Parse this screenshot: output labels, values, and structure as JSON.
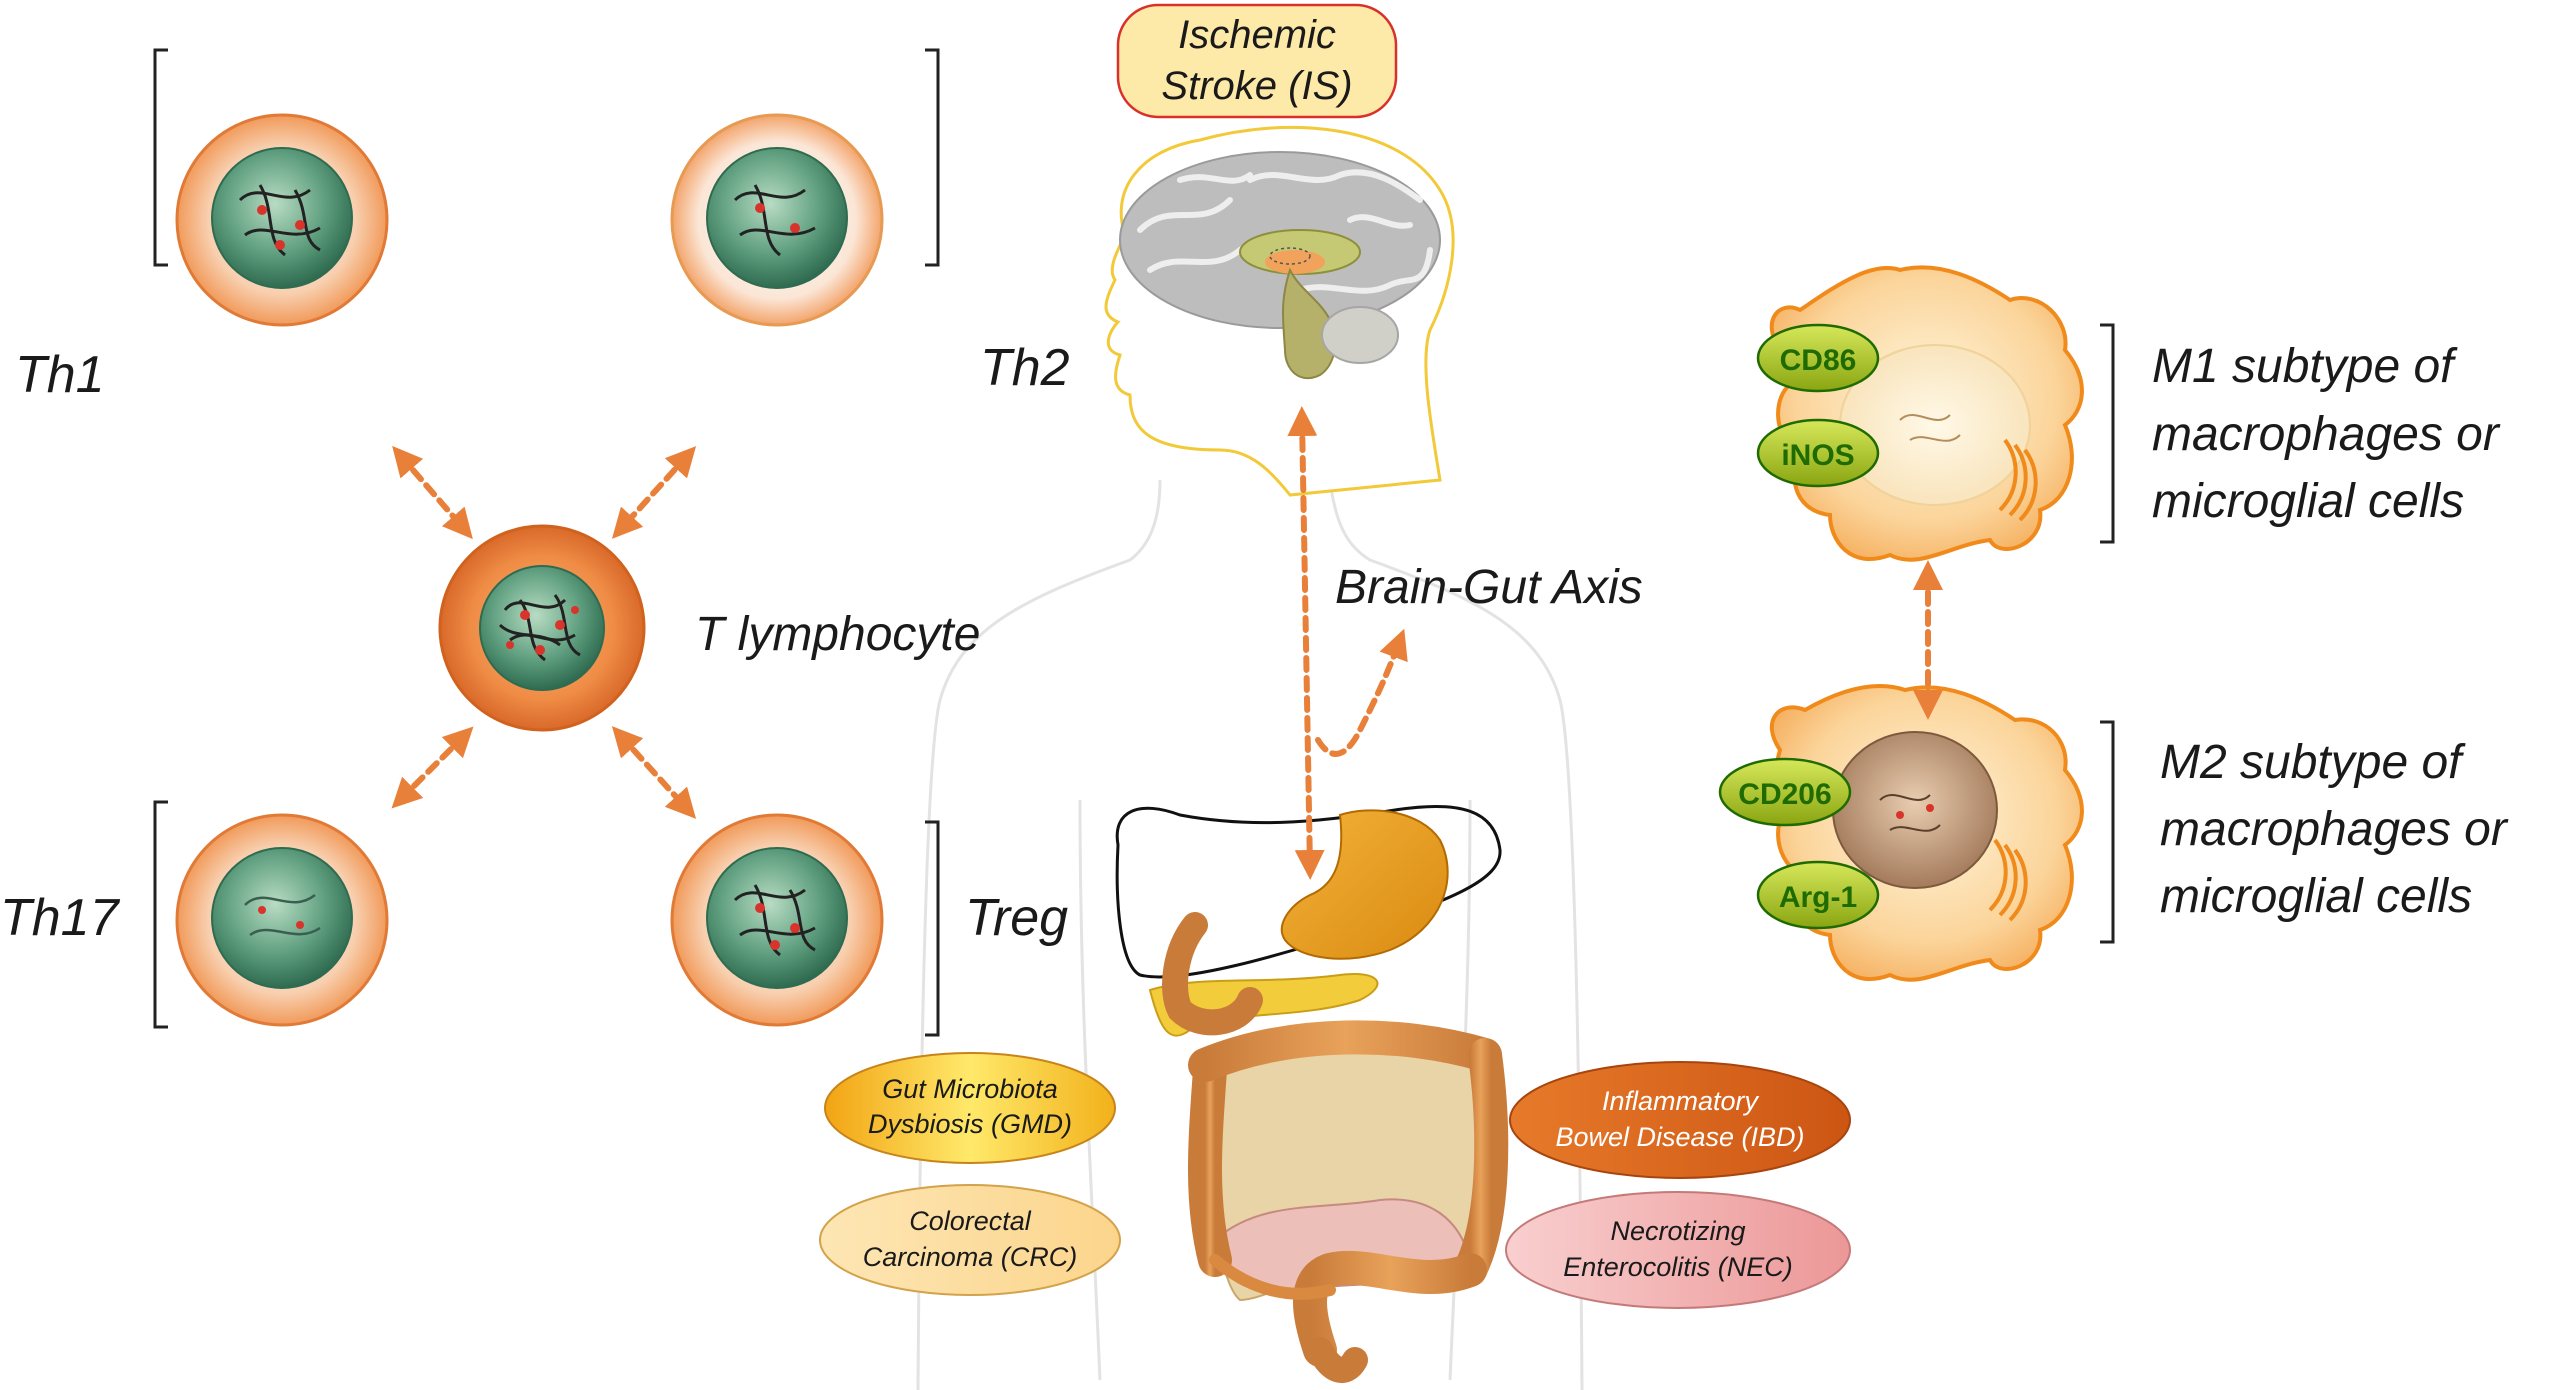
{
  "title_box": {
    "line1": "Ischemic",
    "line2": "Stroke (IS)"
  },
  "t_cells": {
    "center": "T lymphocyte",
    "th1": "Th1",
    "th2": "Th2",
    "th17": "Th17",
    "treg": "Treg"
  },
  "axis_label": "Brain-Gut Axis",
  "macrophages": {
    "m1": {
      "markers": [
        "CD86",
        "iNOS"
      ],
      "label_lines": [
        "M1 subtype of",
        "macrophages or",
        "microglial cells"
      ]
    },
    "m2": {
      "markers": [
        "CD206",
        "Arg-1"
      ],
      "label_lines": [
        "M2 subtype of",
        "macrophages or",
        "microglial cells"
      ]
    }
  },
  "diseases": {
    "gmd": {
      "lines": [
        "Gut Microbiota",
        "Dysbiosis (GMD)"
      ]
    },
    "crc": {
      "lines": [
        "Colorectal",
        "Carcinoma (CRC)"
      ]
    },
    "ibd": {
      "lines": [
        "Inflammatory",
        "Bowel Disease (IBD)"
      ]
    },
    "nec": {
      "lines": [
        "Necrotizing",
        "Enterocolitis (NEC)"
      ]
    }
  },
  "colors": {
    "arrow": "#e8803a",
    "cell_orange": "#f08a3c",
    "nucleus_green": "#5b9e7c",
    "gmd_fill": "#f5c518",
    "crc_fill": "#fde3a8",
    "ibd_fill": "#d9621f",
    "nec_fill": "#f4b3b3",
    "marker_fill": "#a8c31e"
  }
}
